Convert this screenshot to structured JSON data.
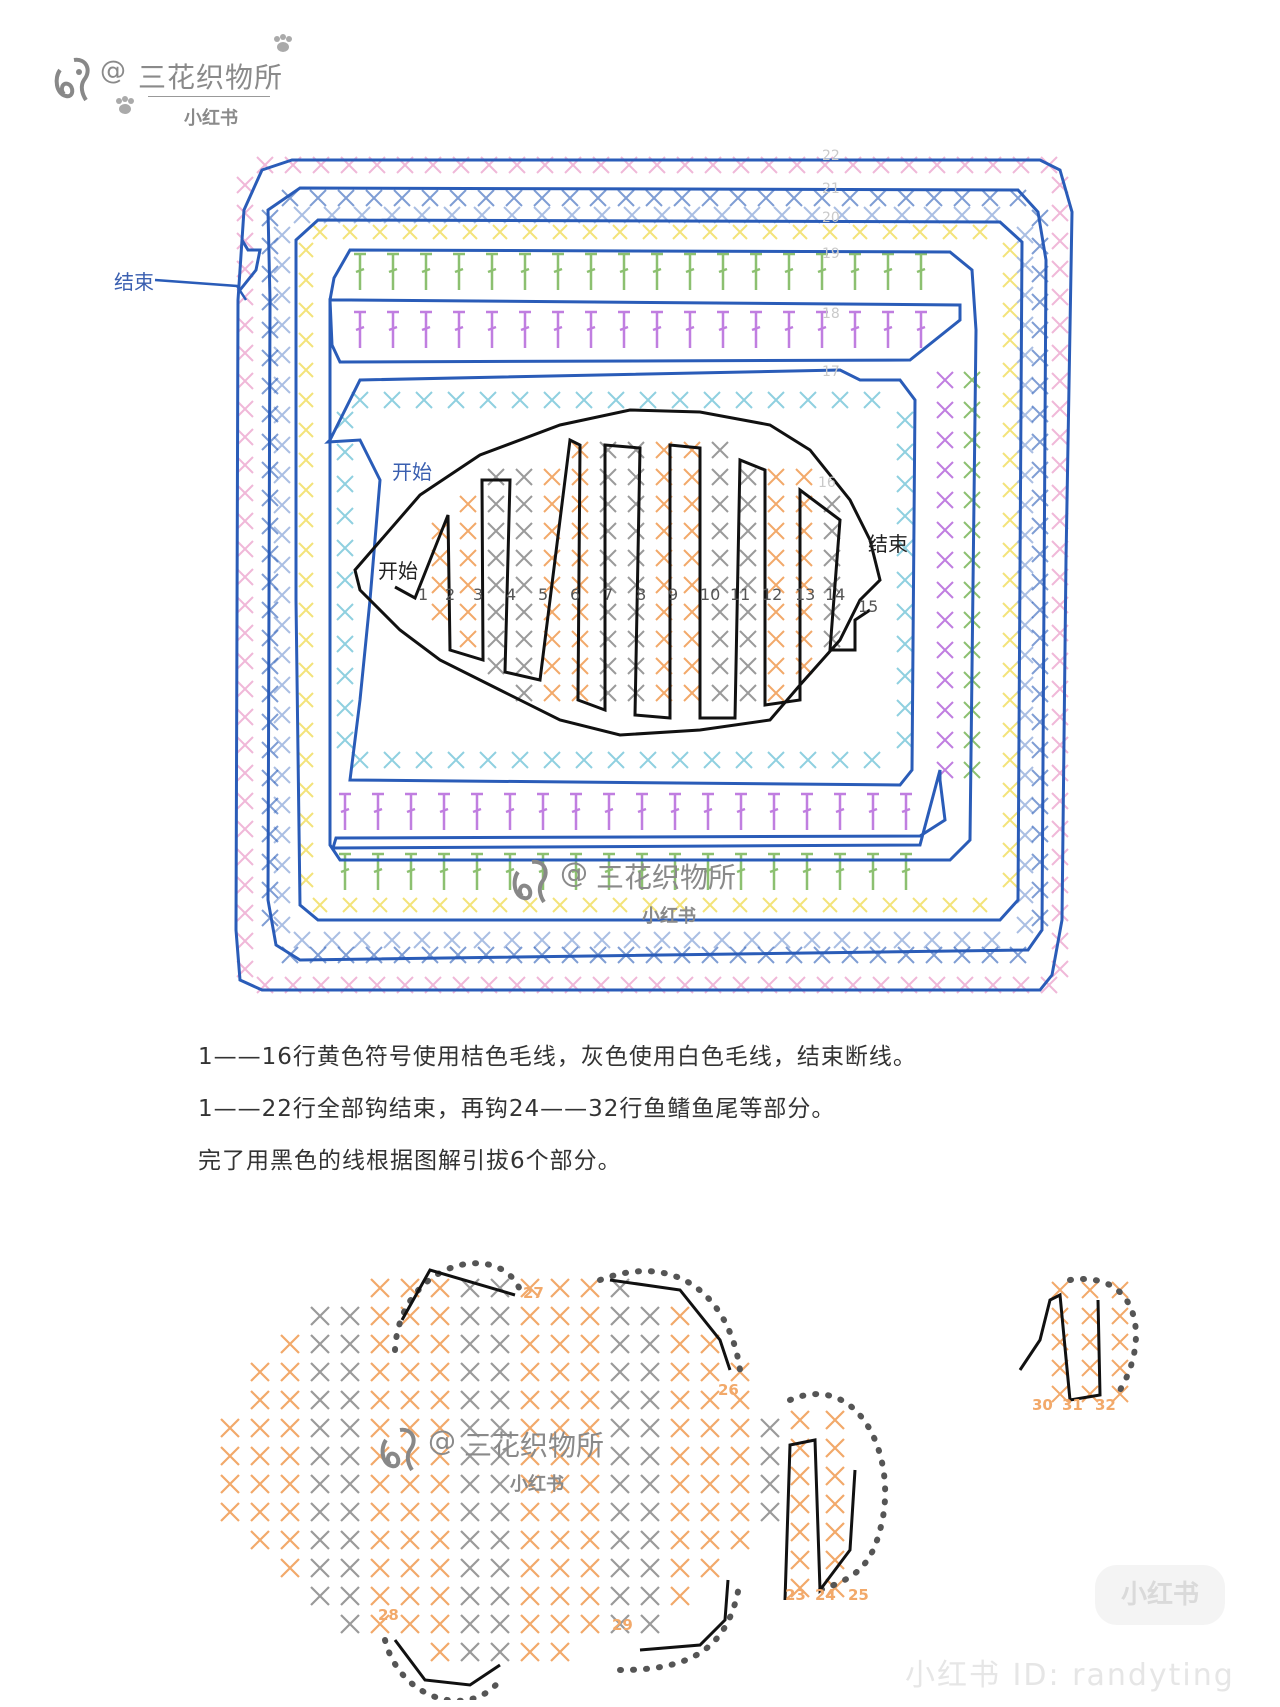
{
  "watermark": {
    "at": "@",
    "name": "三花织物所",
    "brand": "小红书"
  },
  "top_chart": {
    "label_end_outer": "结束",
    "label_start_outer": "开始",
    "label_start_inner": "开始",
    "label_end_inner": "结束",
    "row_numbers_inner": [
      "1",
      "2",
      "3",
      "4",
      "5",
      "6",
      "7",
      "8",
      "9",
      "10",
      "11",
      "12",
      "13",
      "14",
      "15"
    ],
    "row_16": "16",
    "row_17": "17",
    "row_18": "18",
    "row_19": "19",
    "row_20": "20",
    "row_21": "21",
    "row_22": "22"
  },
  "notes": [
    "1——16行黄色符号使用桔色毛线，灰色使用白色毛线，结束断线。",
    "1——22行全部钩结束，再钩24——32行鱼鳍鱼尾等部分。",
    "完了用黑色的线根据图解引拔6个部分。"
  ],
  "bottom_chart": {
    "row_labels": [
      "23",
      "24",
      "25",
      "26",
      "27",
      "28",
      "29",
      "30",
      "31",
      "32"
    ]
  },
  "footer": {
    "badge": "小红书",
    "id_text": "小红书 ID: randyting"
  },
  "colors": {
    "blue": "#2a5cb8",
    "light_blue": "#8fd0e0",
    "orange": "#f2a96a",
    "gray": "#9a9a9a",
    "purple": "#c07ee0",
    "green": "#8cc070",
    "yellow": "#f3e37a",
    "pink": "#f0b8d8"
  }
}
